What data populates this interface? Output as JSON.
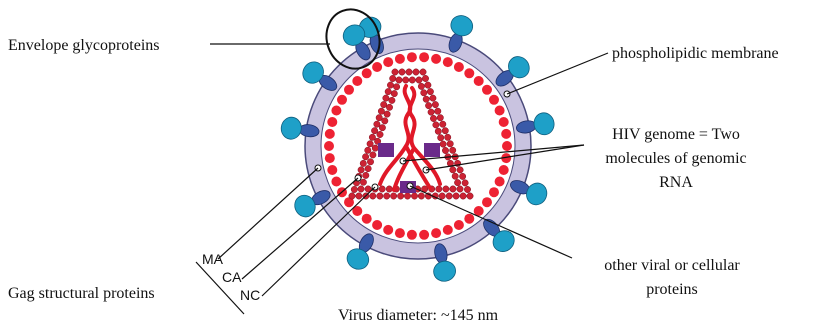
{
  "labels": {
    "envelope": "Envelope glycoproteins",
    "membrane": "phospholipidic membrane",
    "genome": [
      "HIV genome = Two",
      "molecules of genomic",
      "RNA"
    ],
    "other": [
      "other viral or cellular",
      "proteins"
    ],
    "gag": "Gag structural proteins",
    "ma": "MA",
    "ca": "CA",
    "nc": "NC",
    "diameter": "Virus diameter: ~145 nm"
  },
  "colors": {
    "membrane_fill": "#c9c3e0",
    "membrane_stroke": "#4a4a7a",
    "glycoprotein_head": "#1ea0c8",
    "glycoprotein_stem": "#3a5aa8",
    "matrix_dot": "#ee2233",
    "capsid": "#cc2233",
    "rna": "#e01828",
    "viral_protein": "#6a2a8a"
  },
  "icons": {
    "envelope_highlight": "circle-outline",
    "glycoprotein": "spike-glyph",
    "matrix": "dot-ring",
    "capsid": "conical-bead-chain",
    "rna": "rna-strand",
    "protein": "square-block"
  }
}
